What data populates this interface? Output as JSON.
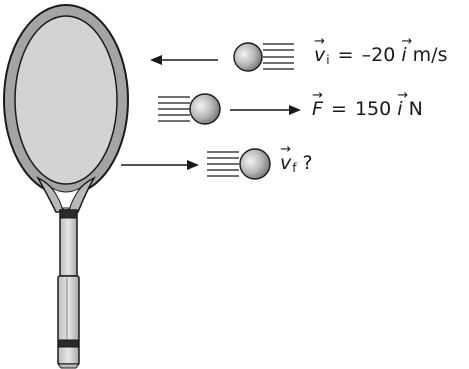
{
  "labels": {
    "initial": {
      "symbol": "v",
      "arrow": "→",
      "subscript": "i",
      "equals": "=",
      "value": "–20",
      "unit_vector": "i",
      "unit": "m/s"
    },
    "force": {
      "symbol": "F",
      "arrow": "→",
      "equals": "=",
      "value": "150",
      "unit_vector": "i",
      "unit": "N"
    },
    "final": {
      "symbol": "v",
      "arrow": "→",
      "subscript": "f",
      "question": "?"
    }
  },
  "colors": {
    "racket_frame": "#9a9a9a",
    "racket_head_fill": "#d4d4d4",
    "ball_light": "#f2f2f2",
    "ball_dark": "#7a7a7a",
    "line": "#1a1a1a"
  }
}
